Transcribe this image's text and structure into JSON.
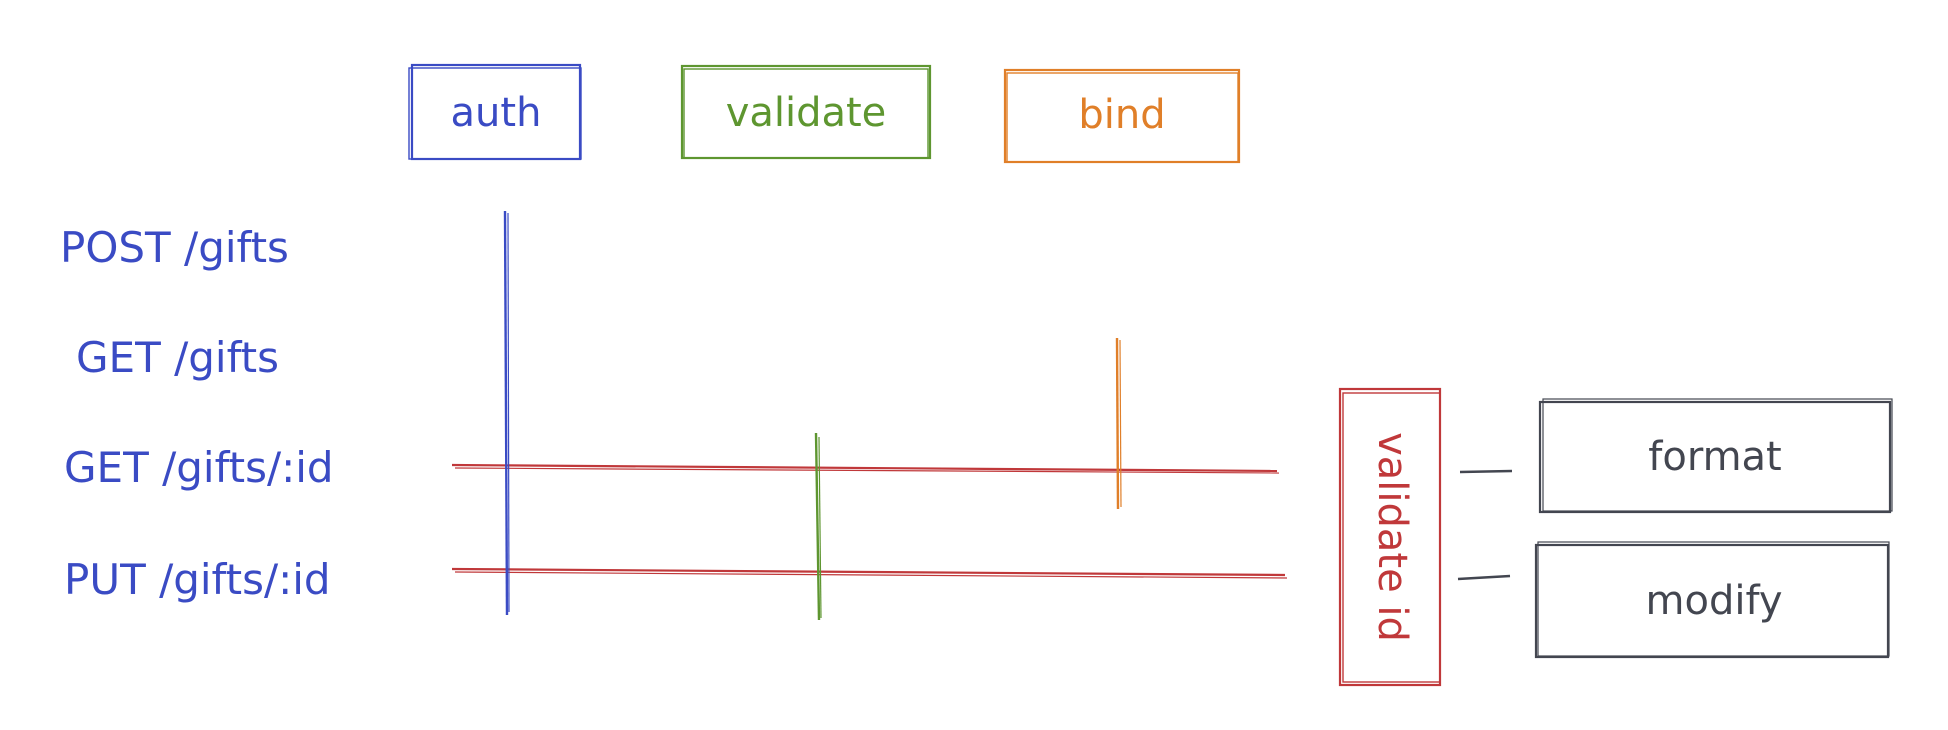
{
  "colors": {
    "blue": "#3a4bc4",
    "green": "#5e9630",
    "orange": "#e07f29",
    "red": "#c0383a",
    "gray": "#434650"
  },
  "middlewares": {
    "auth": "auth",
    "validate": "validate",
    "bind": "bind"
  },
  "routes": {
    "post_gifts": "POST /gifts",
    "get_gifts": "GET /gifts",
    "get_gift_id": "GET /gifts/:id",
    "put_gift_id": "PUT /gifts/:id"
  },
  "validate_id": {
    "label": "validate id"
  },
  "handlers": {
    "format": "format",
    "modify": "modify"
  }
}
